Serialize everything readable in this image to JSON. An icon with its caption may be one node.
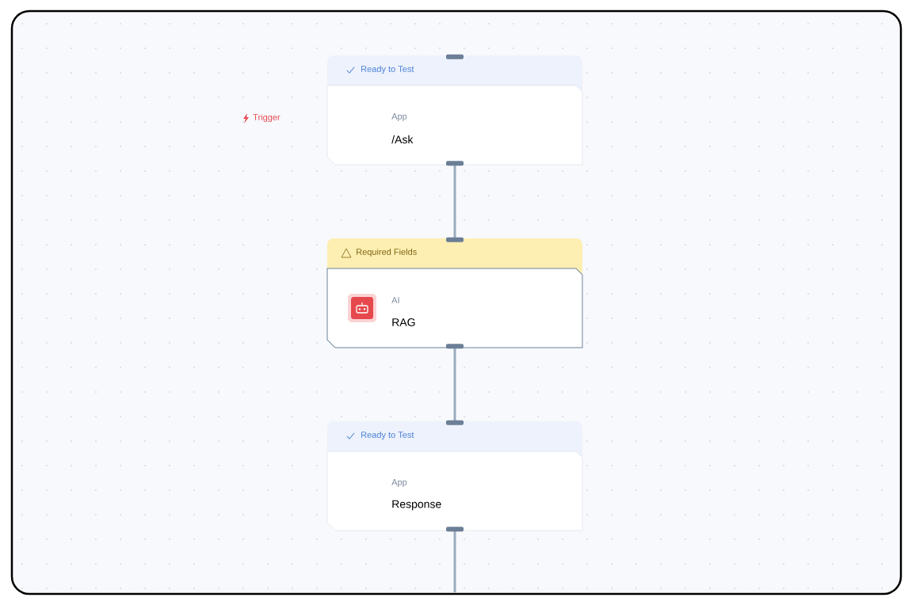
{
  "diagram": {
    "nodes": [
      {
        "text": [
          "Ready to Test",
          "App",
          "/Ask"
        ]
      },
      {
        "text": [
          "Required Fields",
          "AI",
          "RAG"
        ]
      },
      {
        "text": [
          "Ready to Test",
          "App",
          "Response"
        ]
      }
    ],
    "edges": [
      {
        "from": 0,
        "to": 1,
        "arrow": "none"
      },
      {
        "from": 1,
        "to": 2,
        "arrow": "none"
      },
      {
        "from": 2,
        "to": null,
        "arrow": "none"
      }
    ],
    "labels": [
      "Trigger"
    ]
  }
}
